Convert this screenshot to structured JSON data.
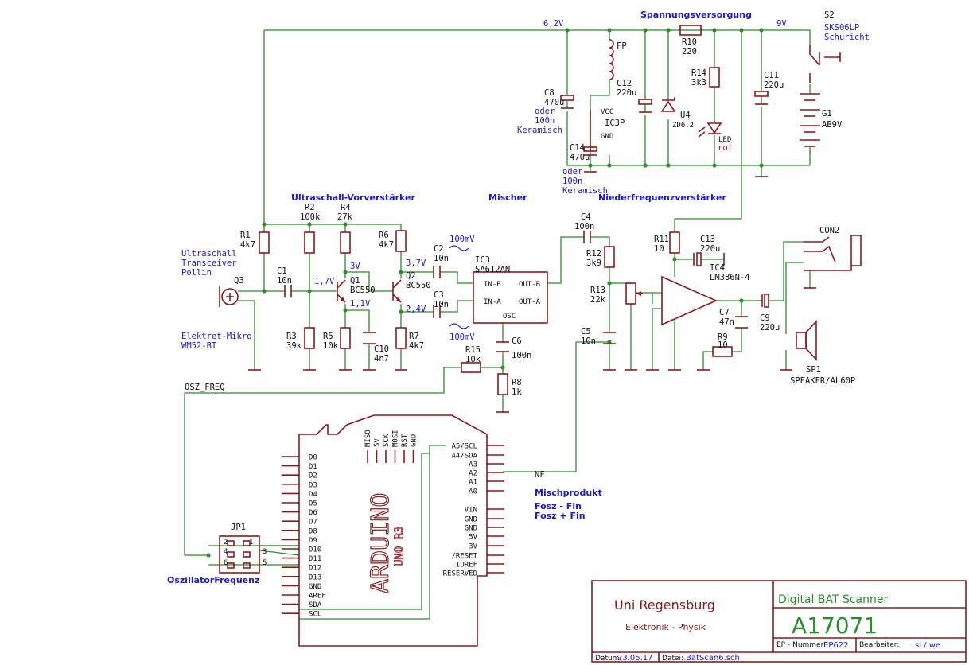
{
  "sections": {
    "power": "Spannungsversorgung",
    "preamp": "Ultraschall-Vorverstärker",
    "mixer": "Mischer",
    "nf_amp": "Niederfrequenzverstärker"
  },
  "rails": {
    "v62": "6,2V",
    "v9": "9V"
  },
  "labels": {
    "ultrasonic": [
      "Ultraschall",
      "Transceiver",
      "Pollin"
    ],
    "electret": [
      "Elektret-Mikro",
      "WM52-BT"
    ],
    "osz_freq": "OSZ_FREQ",
    "nf": "NF",
    "mischprodukt": "Mischprodukt",
    "fosz_minus": "Fosz - Fin",
    "fosz_plus": "Fosz + Fin",
    "oszfreq_title": "OszillatorFrequenz",
    "keramisch1": [
      "oder",
      "100n",
      "Keramisch"
    ],
    "keramisch2": [
      "oder",
      "100n",
      "Keramisch"
    ]
  },
  "voltages": {
    "q1b": "1,7V",
    "q1c": "3V",
    "q1e": "1,1V",
    "q2c": "3,7V",
    "q2e": "2,4V",
    "mv1": "100mV",
    "mv2": "100mV"
  },
  "parts": {
    "R1": [
      "R1",
      "4k7"
    ],
    "R2": [
      "R2",
      "100k"
    ],
    "R3": [
      "R3",
      "39k"
    ],
    "R4": [
      "R4",
      "27k"
    ],
    "R5": [
      "R5",
      "10k"
    ],
    "R6": [
      "R6",
      "4k7"
    ],
    "R7": [
      "R7",
      "4k7"
    ],
    "R8": [
      "R8",
      "1k"
    ],
    "R9": [
      "R9",
      "10"
    ],
    "R10": [
      "R10",
      "220"
    ],
    "R11": [
      "R11",
      "10"
    ],
    "R12": [
      "R12",
      "3k9"
    ],
    "R13": [
      "R13",
      "22k"
    ],
    "R14": [
      "R14",
      "3k3"
    ],
    "R15": [
      "R15",
      "10k"
    ],
    "C1": [
      "C1",
      "10n"
    ],
    "C2": [
      "C2",
      "10n"
    ],
    "C3": [
      "C3",
      "10n"
    ],
    "C4": [
      "C4",
      "100n"
    ],
    "C5": [
      "C5",
      "10n"
    ],
    "C6": [
      "C6",
      "100n"
    ],
    "C7": [
      "C7",
      "47n"
    ],
    "C8": [
      "C8",
      "470u"
    ],
    "C9": [
      "C9",
      "220u"
    ],
    "C10": [
      "C10",
      "4n7"
    ],
    "C11": [
      "C11",
      "220u"
    ],
    "C12": [
      "C12",
      "220u"
    ],
    "C13": [
      "C13",
      "220u"
    ],
    "C14": [
      "C14",
      "470u"
    ],
    "Q1": [
      "Q1",
      "BC550"
    ],
    "Q2": [
      "Q2",
      "BC550"
    ],
    "Q3": "Q3",
    "IC3": [
      "IC3",
      "SA612AN"
    ],
    "IC4": [
      "IC4",
      "LM386N-4"
    ],
    "U4": [
      "U4",
      "ZD6.2"
    ],
    "LED": [
      "LED",
      "rot"
    ],
    "FP": "FP",
    "IC3P": [
      "VCC",
      "IC3P",
      "GND"
    ],
    "G1": [
      "G1",
      "AB9V"
    ],
    "S2": [
      "S2",
      "SKS06LP",
      "Schuricht"
    ],
    "CON2": "CON2",
    "SP1": [
      "SP1",
      "SPEAKER/AL60P"
    ],
    "JP1": "JP1"
  },
  "ic3_pins": {
    "in_b": "IN-B",
    "in_a": "IN-A",
    "out_b": "OUT-B",
    "out_a": "OUT-A",
    "osc": "OSC"
  },
  "arduino": {
    "name": "ARDUINO",
    "model": "UNO R3",
    "left_pins": [
      "D0",
      "D1",
      "D2",
      "D3",
      "D4",
      "D5",
      "D6",
      "D7",
      "D8",
      "D9",
      "D10",
      "D11",
      "D12",
      "D13",
      "GND",
      "AREF",
      "SDA",
      "SCL"
    ],
    "top_pins": [
      "MISO",
      "5V",
      "SCK",
      "MOSI",
      "RST",
      "GND"
    ],
    "right_pins": [
      "A5/SCL",
      "A4/SDA",
      "A3",
      "A2",
      "A1",
      "A0",
      "VIN",
      "GND",
      "GND",
      "5V",
      "3V",
      "/RESET",
      "IOREF",
      "RESERVED"
    ]
  },
  "jp1_pins": [
    "1",
    "2",
    "3",
    "4",
    "5",
    "6"
  ],
  "title_block": {
    "org": "Uni Regensburg",
    "dept": "Elektronik - Physik",
    "project": "Digital BAT Scanner",
    "number": "A17071",
    "ep_label": "EP - Nummer",
    "ep_value": "EP622",
    "bearbeiter_label": "Bearbeiter:",
    "bearbeiter_value": "si / we",
    "datum_label": "Datum:",
    "datum_value": "23.05.17",
    "datei_label": "Datei:",
    "datei_value": "BatScan6.sch"
  },
  "colors": {
    "wire": "#2e8b2e",
    "part": "#8b1a1a",
    "annotation": "#1a1ad0",
    "led_text": "#cc0000"
  }
}
